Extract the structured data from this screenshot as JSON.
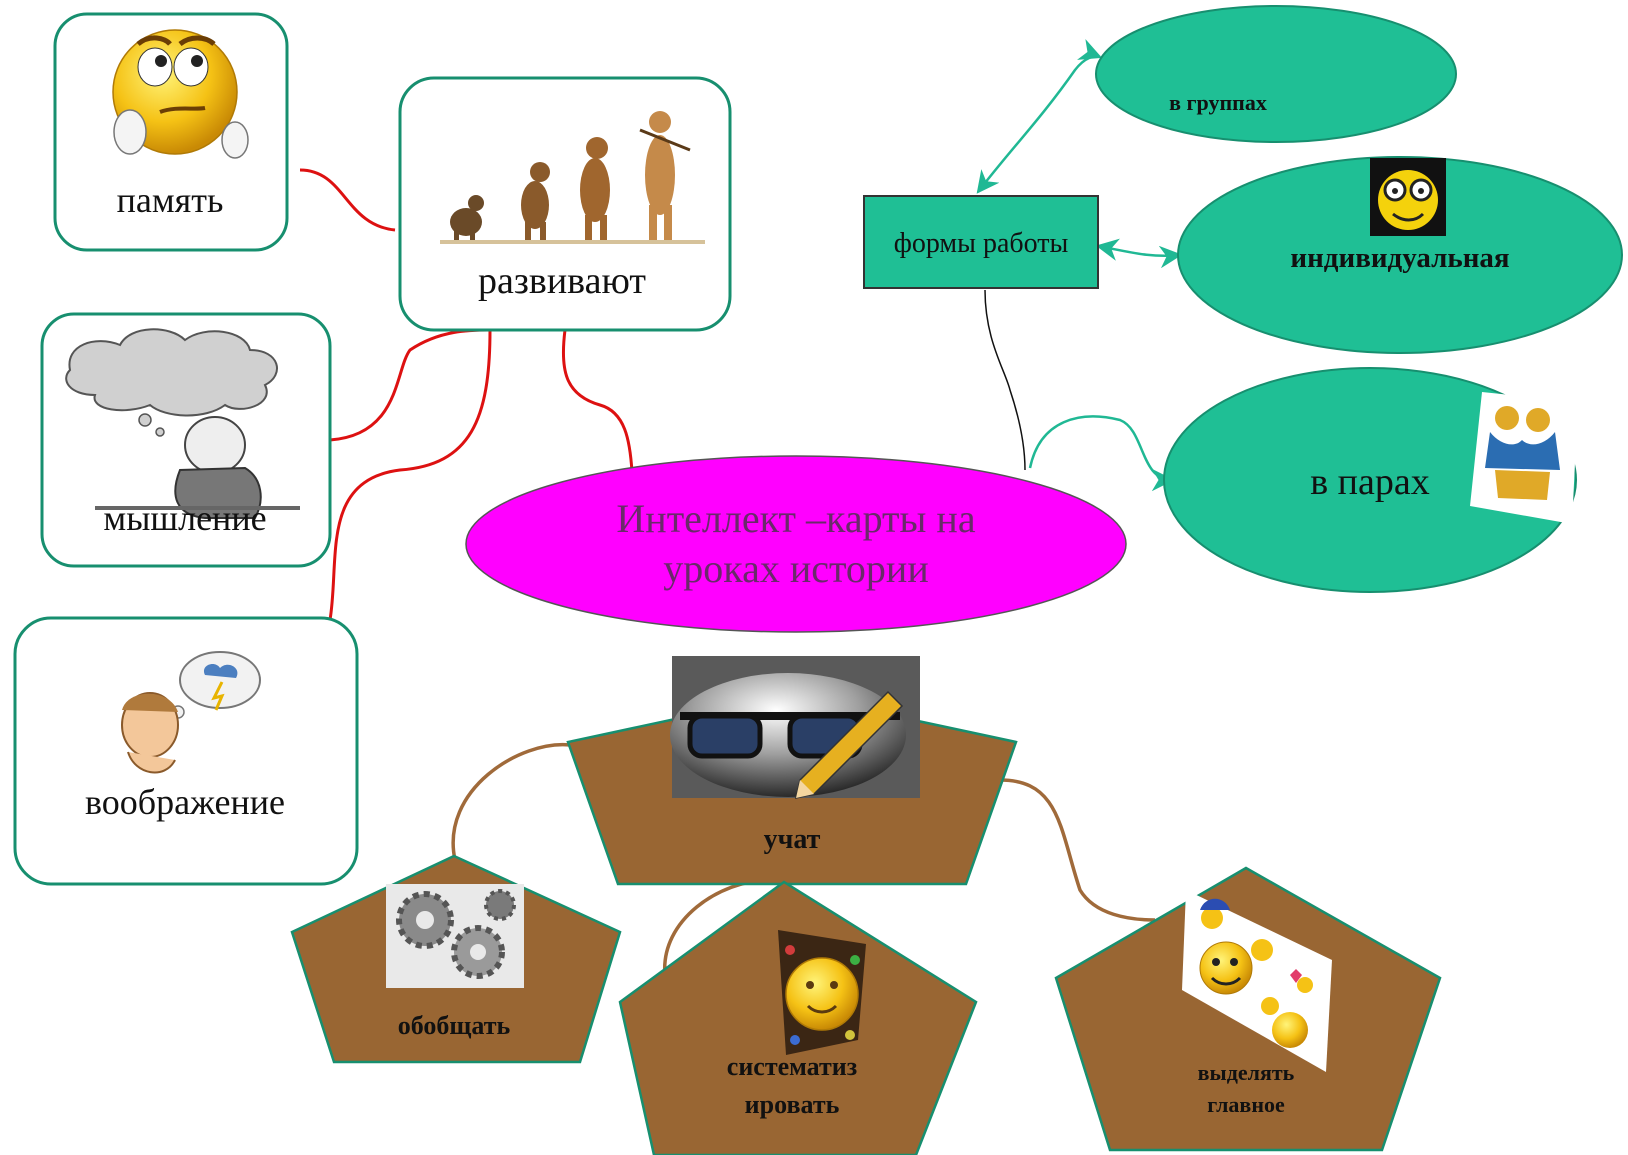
{
  "central": {
    "line1": "Интеллект –карты на",
    "line2": "уроках истории"
  },
  "develop": {
    "title": "развивают",
    "items": [
      {
        "label": "память",
        "picture": "thinking-smiley-icon"
      },
      {
        "label": "мышление",
        "picture": "thinking-person-icon"
      },
      {
        "label": "воображение",
        "picture": "daydreaming-man-icon"
      }
    ],
    "picture": "human-evolution-icon"
  },
  "teach": {
    "title": "учат",
    "picture": "glasses-pencil-icon",
    "items": [
      {
        "label": "обобщать",
        "picture": "gears-icon"
      },
      {
        "line1": "систематиз",
        "line2": "ировать",
        "picture": "sun-smiley-icon"
      },
      {
        "line1": "выделять",
        "line2": "главное",
        "picture": "smileys-group-icon"
      }
    ]
  },
  "forms": {
    "title": "формы работы",
    "items": [
      {
        "label": "в группах"
      },
      {
        "label": "индивидуальная",
        "picture": "smiley-glasses-icon"
      },
      {
        "label": "в парах",
        "picture": "two-people-handshake-icon"
      }
    ]
  },
  "colors": {
    "teal": "#1fbf95",
    "teal_border": "#178f6f",
    "magenta": "#ff00ff",
    "brown": "#996633",
    "red_line": "#dd1111",
    "brown_line": "#a06a3a"
  }
}
